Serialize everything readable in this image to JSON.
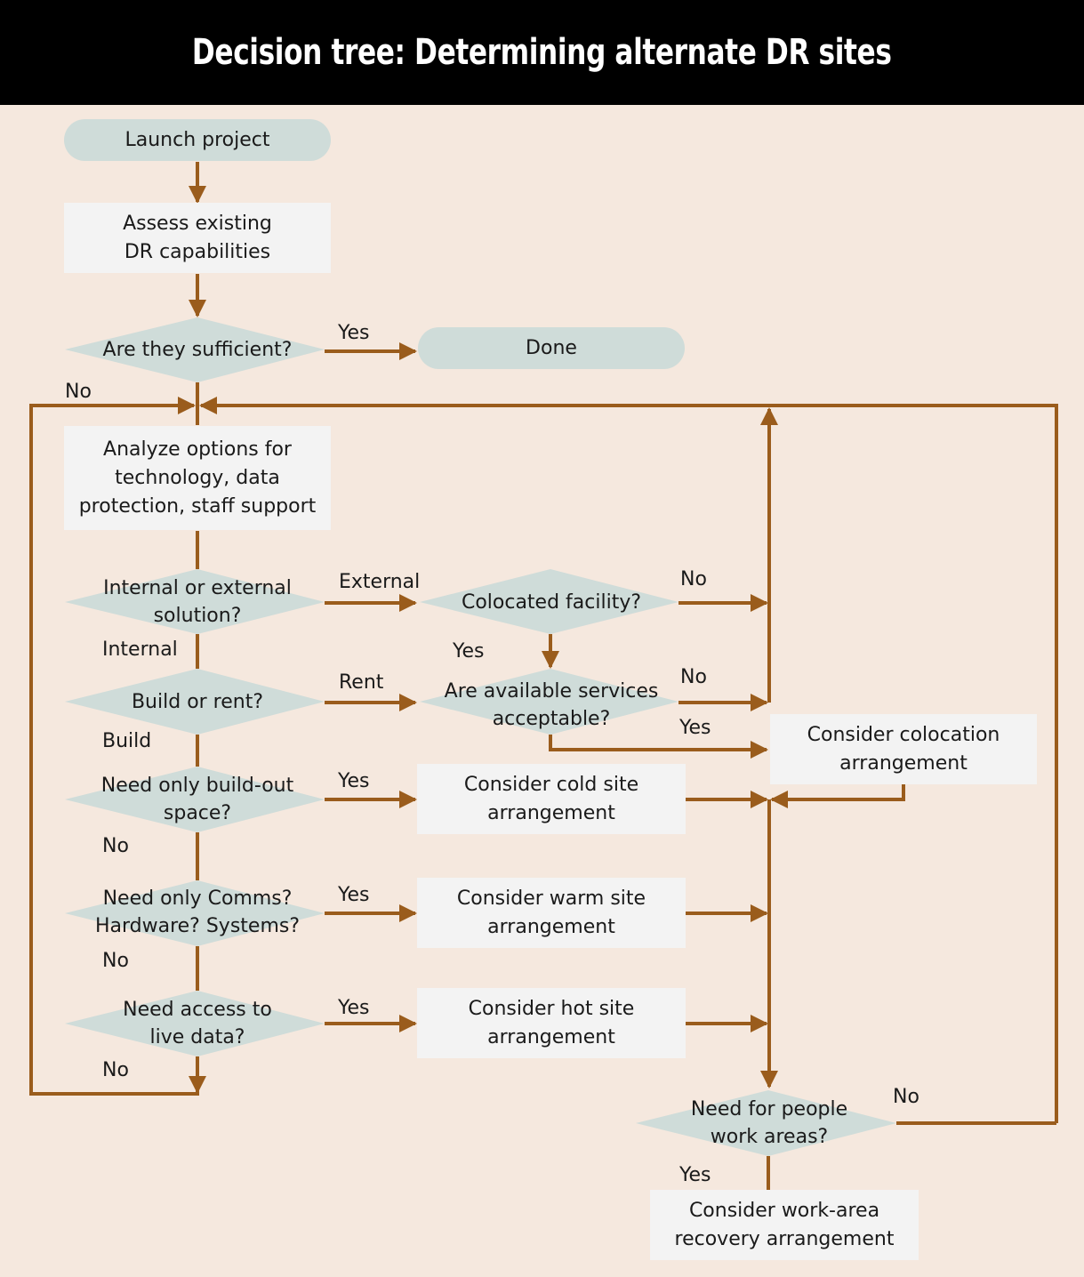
{
  "title": "Decision tree: Determining alternate DR sites",
  "colors": {
    "background": "#f5e8de",
    "header": "#000000",
    "connector": "#9a5c1c",
    "terminal_fill": "#cfdcd9",
    "process_fill": "#f3f3f3",
    "decision_fill": "#cfdcd9"
  },
  "nodes": {
    "launch": "Launch project",
    "assess": "Assess existing DR capabilities",
    "sufficient": "Are they sufficient?",
    "done": "Done",
    "analyze": "Analyze options for technology, data protection, staff support",
    "internal_external": "Internal or external solution?",
    "colocated": "Colocated facility?",
    "build_rent": "Build or rent?",
    "services": "Are available services acceptable?",
    "colocation": "Consider colocation arrangement",
    "buildout": "Need only build-out space?",
    "cold": "Consider cold site arrangement",
    "comms": "Need only Comms? Hardware? Systems?",
    "warm": "Consider warm site arrangement",
    "live": "Need access to live data?",
    "hot": "Consider hot site arrangement",
    "people": "Need for people work areas?",
    "workarea": "Consider work-area recovery arrangement"
  },
  "edge_labels": {
    "sufficient_yes": "Yes",
    "sufficient_no": "No",
    "external": "External",
    "internal": "Internal",
    "colocated_no": "No",
    "colocated_yes": "Yes",
    "rent": "Rent",
    "build": "Build",
    "services_no": "No",
    "services_yes": "Yes",
    "buildout_yes": "Yes",
    "buildout_no": "No",
    "comms_yes": "Yes",
    "comms_no": "No",
    "live_yes": "Yes",
    "live_no": "No",
    "people_no": "No",
    "people_yes": "Yes"
  }
}
